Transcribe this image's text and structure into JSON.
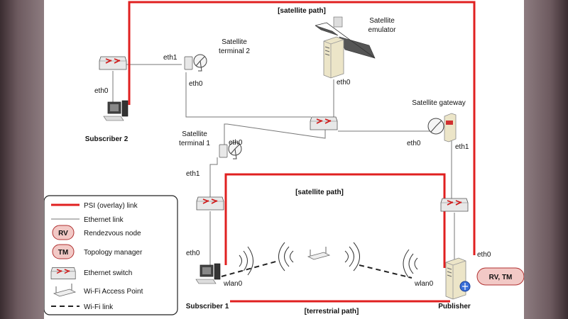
{
  "labels": {
    "satellite_path_top": "[satellite path]",
    "satellite_path_mid": "[satellite path]",
    "terrestrial_path": "[terrestrial path]",
    "satellite_emulator_1": "Satellite",
    "satellite_emulator_2": "emulator",
    "satellite_terminal2_1": "Satellite",
    "satellite_terminal2_2": "terminal 2",
    "satellite_terminal1_1": "Satellite",
    "satellite_terminal1_2": "terminal 1",
    "satellite_gateway": "Satellite gateway",
    "subscriber2": "Subscriber 2",
    "subscriber1": "Subscriber 1",
    "publisher": "Publisher",
    "rv_tm_badge": "RV, TM"
  },
  "interfaces": {
    "sw_tl_eth1": "eth1",
    "sub2_eth0": "eth0",
    "term2_eth0": "eth0",
    "emu_eth0": "eth0",
    "term1_eth0": "eth0",
    "term1_eth1": "eth1",
    "gw_eth0": "eth0",
    "gw_eth1": "eth1",
    "sub1_eth0": "eth0",
    "sub1_wlan0": "wlan0",
    "pub_wlan0": "wlan0",
    "pub_eth0": "eth0"
  },
  "legend": {
    "psi_link": "PSI (overlay) link",
    "ethernet_link": "Ethernet link",
    "rv_abbr": "RV",
    "rv_desc": "Rendezvous node",
    "tm_abbr": "TM",
    "tm_desc": "Topology manager",
    "switch_desc": "Ethernet switch",
    "ap_desc": "Wi-Fi Access Point",
    "wifi_link": "Wi-Fi link"
  },
  "colors": {
    "psi_link": "#e02020",
    "badge_fill": "#f2c9c6",
    "badge_stroke": "#b03030"
  }
}
